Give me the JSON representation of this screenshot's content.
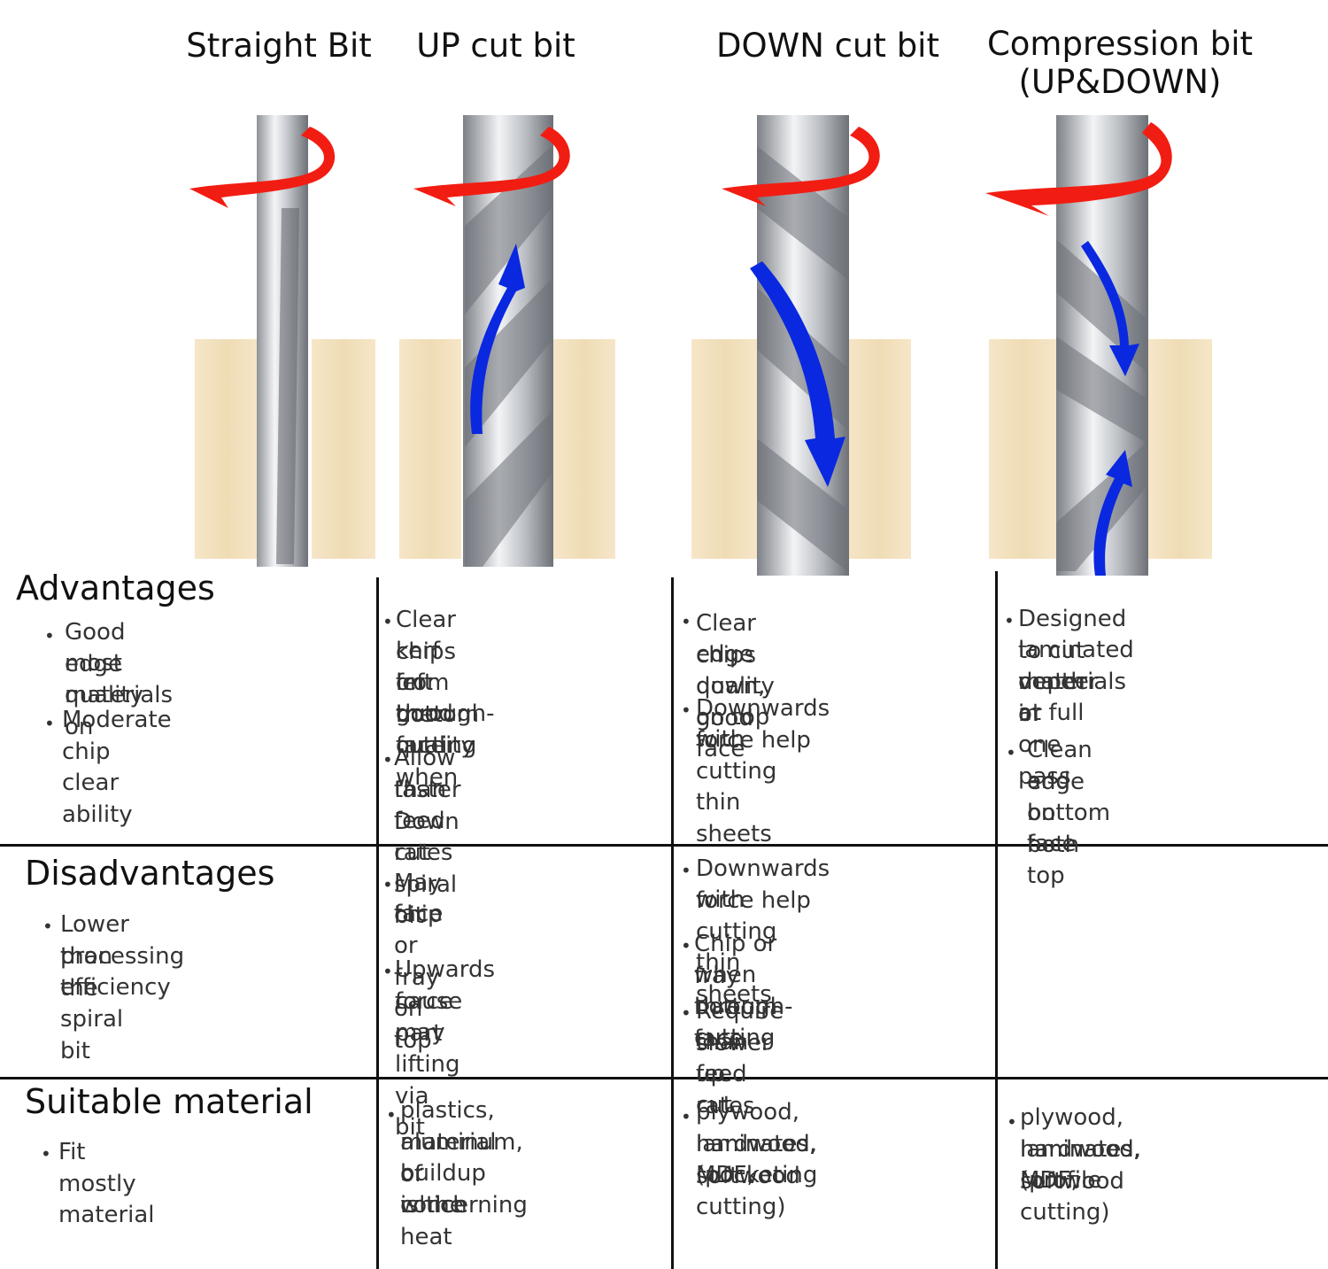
{
  "columns": [
    {
      "title": "Straight Bit"
    },
    {
      "title": "UP cut bit"
    },
    {
      "title": "DOWN cut bit"
    },
    {
      "title": "Compression bit",
      "title2": "(UP&DOWN)"
    }
  ],
  "colors": {
    "rotation_arrow": "#f21d12",
    "chip_arrow": "#0a28e0",
    "wood": "#f3e2c0",
    "grid": "#111111"
  },
  "advantages": {
    "heading": "Advantages",
    "straight": [
      "Good edge quality  on",
      "most materials",
      "Moderate chip clear ability"
    ],
    "up": [
      "Clear chips from the",
      "kerf left good quality",
      "on bottom face when",
      "through-cutting",
      "Allow faster feed rates",
      "than Down cut spiral bit"
    ],
    "down": [
      "Clear chips down, good",
      "edge quality on top face",
      "Downwards force help",
      "with cutting thin sheets"
    ],
    "compression": [
      "Designed to cut veneer or",
      "laminated materials at full",
      "depth in one pass",
      "Clean edge on both top",
      "and bottom face"
    ]
  },
  "disadvantages": {
    "heading": "Disadvantages",
    "straight": [
      "Lower processing efficiency",
      "than the spiral bit"
    ],
    "up": [
      "May chip or fray on top",
      "face",
      "Upwards force may",
      "cause part lifting via bit"
    ],
    "down": [
      "Downwards force help",
      "with cutting thin sheets",
      "Chip or fray bottom face",
      "when through-cutting",
      "Require slower feed rates",
      "than up cut"
    ]
  },
  "suitable": {
    "heading": "Suitable material",
    "straight": [
      "Fit mostly material"
    ],
    "up": [
      "plastics, aluminum, or",
      "material of which heat",
      "buildup is the",
      "concerning"
    ],
    "down": [
      "plywood, laminates, MDF,",
      "hardwood, softwood",
      "(pocketing cutting)"
    ],
    "compression": [
      "plywood, laminates, MDF,",
      "hardwood, softwood",
      "(profile cutting)"
    ]
  }
}
